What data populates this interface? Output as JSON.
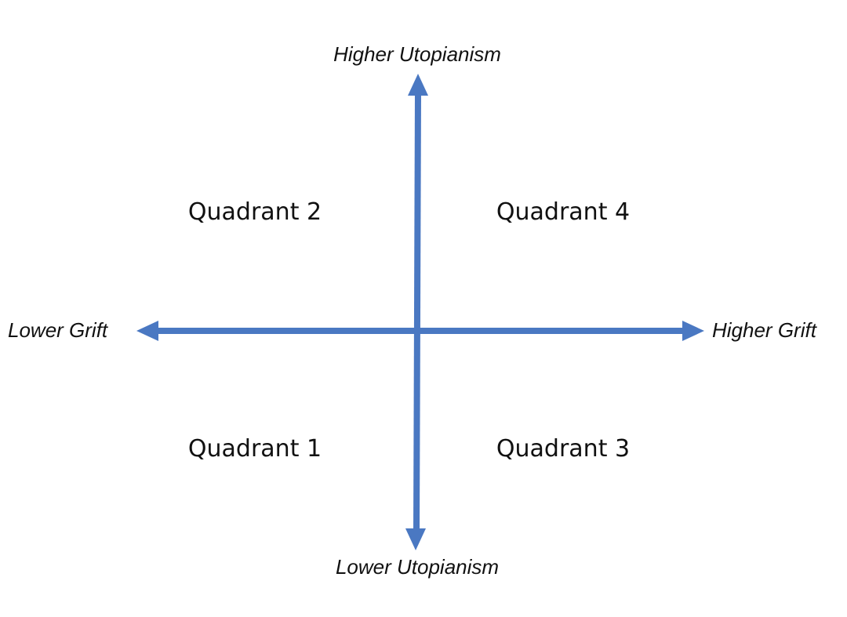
{
  "axes": {
    "y_positive": "Higher Utopianism",
    "y_negative": "Lower Utopianism",
    "x_negative": "Lower Grift",
    "x_positive": "Higher Grift"
  },
  "quadrants": {
    "q1": "Quadrant 1",
    "q2": "Quadrant 2",
    "q3": "Quadrant 3",
    "q4": "Quadrant 4"
  },
  "colors": {
    "axis": "#4a78c2",
    "text": "#111111",
    "background": "#ffffff"
  }
}
